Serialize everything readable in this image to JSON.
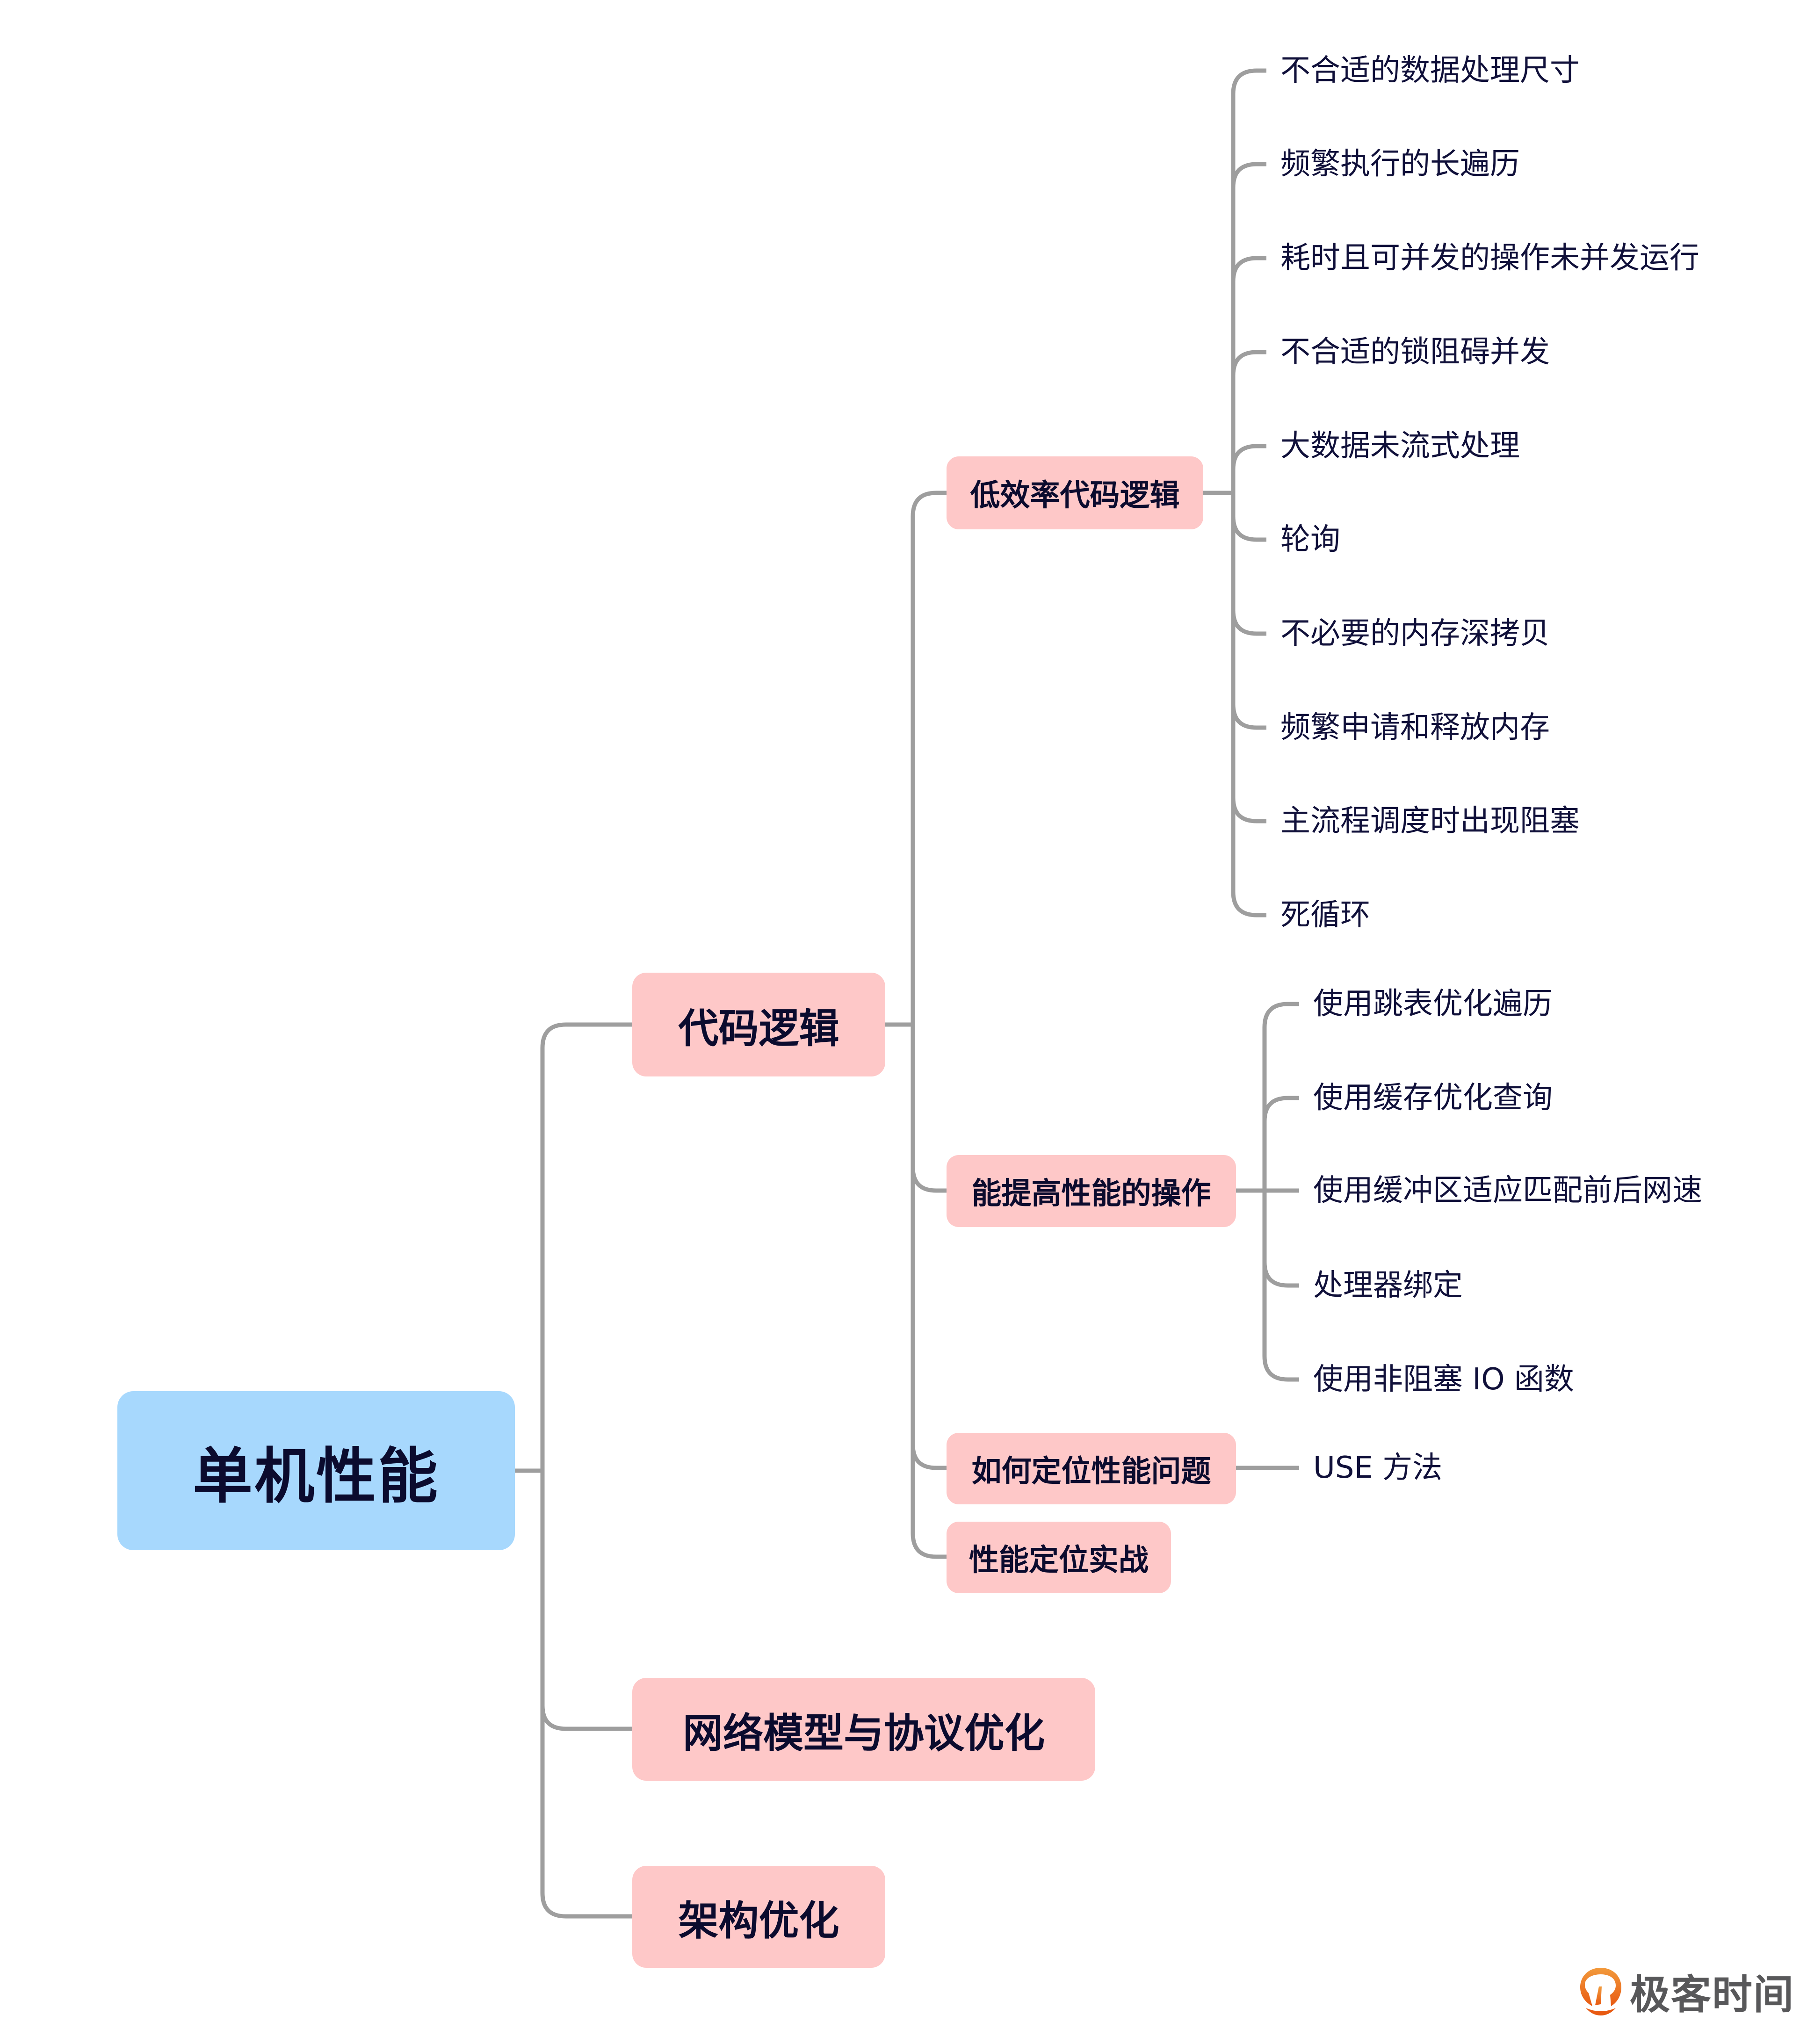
{
  "root": {
    "label": "单机性能",
    "color": "#a7d8fd"
  },
  "branches": [
    {
      "label": "代码逻辑",
      "children": [
        {
          "label": "低效率代码逻辑",
          "children": [
            "不合适的数据处理尺寸",
            "频繁执行的长遍历",
            "耗时且可并发的操作未并发运行",
            "不合适的锁阻碍并发",
            "大数据未流式处理",
            "轮询",
            "不必要的内存深拷贝",
            "频繁申请和释放内存",
            "主流程调度时出现阻塞",
            "死循环"
          ]
        },
        {
          "label": "能提高性能的操作",
          "children": [
            "使用跳表优化遍历",
            "使用缓存优化查询",
            "使用缓冲区适应匹配前后网速",
            "处理器绑定",
            "使用非阻塞 IO 函数"
          ]
        },
        {
          "label": "如何定位性能问题",
          "children": [
            "USE 方法"
          ]
        },
        {
          "label": "性能定位实战",
          "children": []
        }
      ]
    },
    {
      "label": "网络模型与协议优化",
      "children": []
    },
    {
      "label": "架构优化",
      "children": []
    }
  ],
  "colors": {
    "branch_fill": "#fec8c8",
    "connector": "#9e9e9e",
    "text": "#10103a"
  },
  "logo": {
    "text": "极客时间",
    "icon": "geektime-logo-icon",
    "accent": "#ee6a1c"
  }
}
